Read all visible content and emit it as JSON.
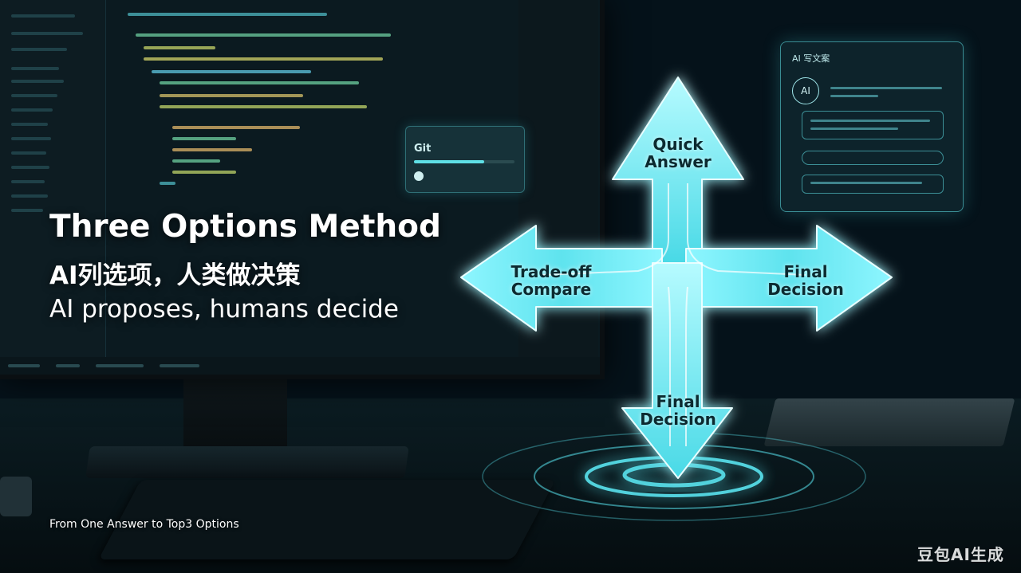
{
  "headline": {
    "title": "Three Options Method",
    "subtitle_cn": "AI列选项，人类做决策",
    "subtitle_en": "AI proposes, humans decide",
    "footer": "From One Answer to Top3 Options"
  },
  "sign": {
    "up_label": "Quick\nAnswer",
    "left_label": "Trade-off\nCompare",
    "right_label": "Final\nDecision",
    "down_label": "Final\nDecision",
    "glow_color": "#5ff3ff",
    "body_color": "#8ef6ff"
  },
  "screen_panels": {
    "git_title": "Git",
    "ai_panel_title": "AI 写文案",
    "ai_avatar": "AI"
  },
  "watermark": "豆包AI生成",
  "colors": {
    "background": "#05121a",
    "accent": "#5fe0e6"
  }
}
